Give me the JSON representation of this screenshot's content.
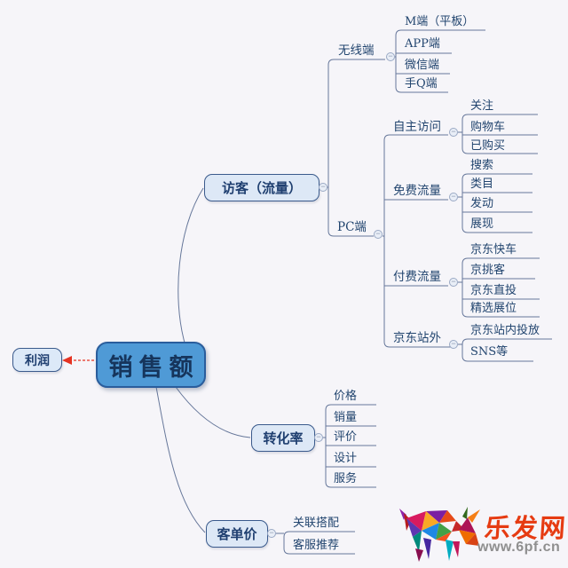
{
  "icons": {
    "collapse": "−"
  },
  "root": {
    "label": "销售额"
  },
  "profit": {
    "label": "利润"
  },
  "visitors": {
    "label": "访客（流量）",
    "wireless": {
      "label": "无线端",
      "children": [
        "M端（平板）",
        "APP端",
        "微信端",
        "手Q端"
      ]
    },
    "pc": {
      "label": "PC端",
      "groups": [
        {
          "label": "自主访问",
          "children": [
            "关注",
            "购物车",
            "已购买"
          ]
        },
        {
          "label": "免费流量",
          "children": [
            "搜索",
            "类目",
            "发动",
            "展现"
          ]
        },
        {
          "label": "付费流量",
          "children": [
            "京东快车",
            "京挑客",
            "京东直投",
            "精选展位"
          ]
        },
        {
          "label": "京东站外",
          "children": [
            "京东站内投放",
            "SNS等"
          ]
        }
      ]
    }
  },
  "conversion": {
    "label": "转化率",
    "children": [
      "价格",
      "销量",
      "评价",
      "设计",
      "服务"
    ]
  },
  "order_value": {
    "label": "客单价",
    "children": [
      "关联搭配",
      "客服推荐"
    ]
  },
  "watermark": {
    "site_name": "乐发网",
    "url": "www.6pf.cn"
  }
}
